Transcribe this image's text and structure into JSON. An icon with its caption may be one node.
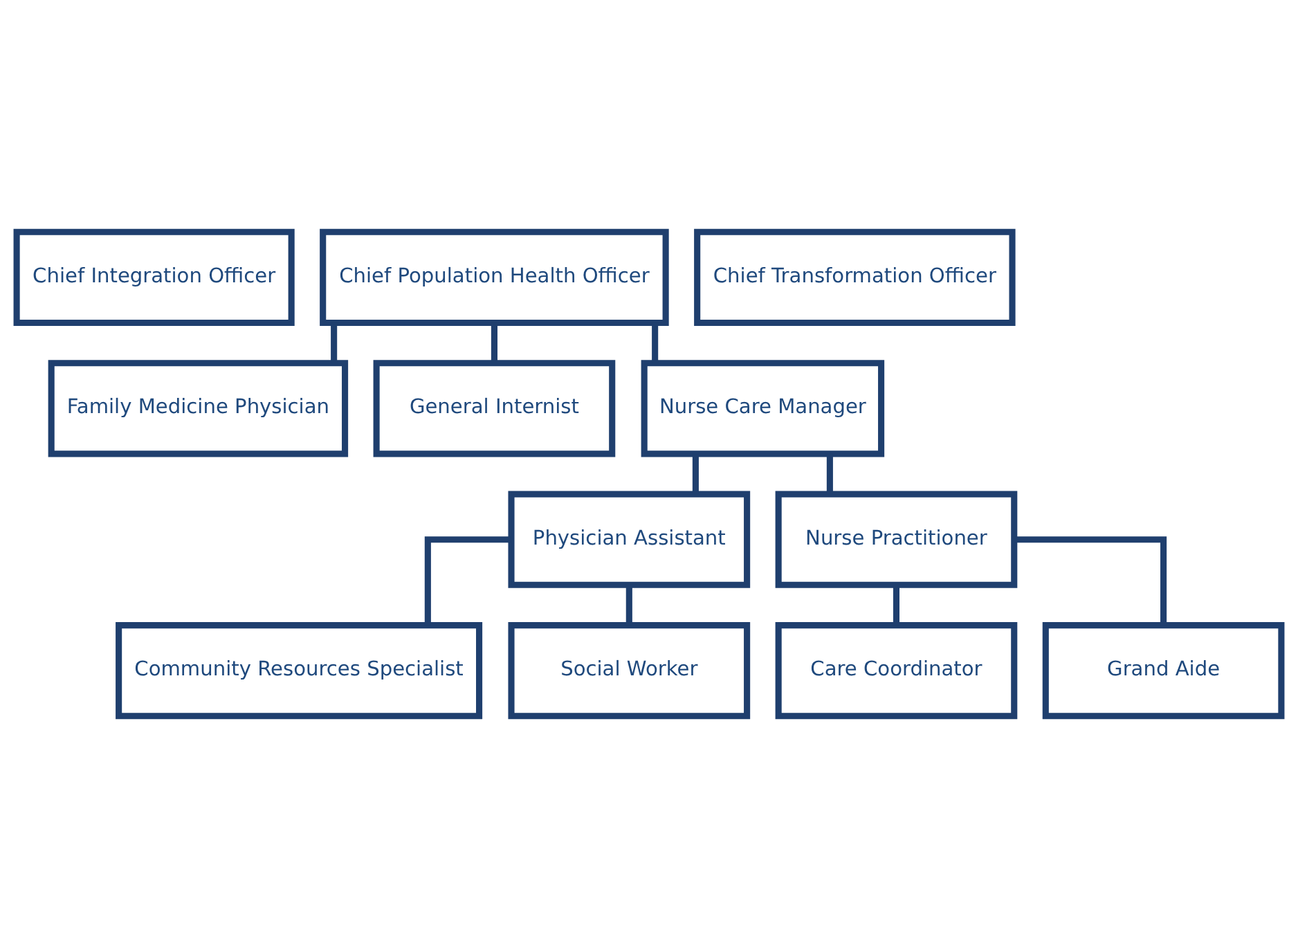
{
  "diagram": {
    "nodes": [
      {
        "text": [
          "Chief Integration Officer"
        ]
      },
      {
        "text": [
          "Chief Population Health Officer"
        ]
      },
      {
        "text": [
          "Chief Transformation Officer"
        ]
      },
      {
        "text": [
          "Family Medicine Physician"
        ]
      },
      {
        "text": [
          "General Internist"
        ]
      },
      {
        "text": [
          "Nurse Care Manager"
        ]
      },
      {
        "text": [
          "Physician Assistant"
        ]
      },
      {
        "text": [
          "Nurse Practitioner"
        ]
      },
      {
        "text": [
          "Community Resources Specialist"
        ]
      },
      {
        "text": [
          "Social Worker"
        ]
      },
      {
        "text": [
          "Care Coordinator"
        ]
      },
      {
        "text": [
          "Grand Aide"
        ]
      }
    ],
    "edges": [
      {
        "from": 1,
        "to": 3,
        "arrow": "none"
      },
      {
        "from": 1,
        "to": 4,
        "arrow": "none"
      },
      {
        "from": 1,
        "to": 5,
        "arrow": "none"
      },
      {
        "from": 5,
        "to": 6,
        "arrow": "none"
      },
      {
        "from": 5,
        "to": 7,
        "arrow": "none"
      },
      {
        "from": 6,
        "to": 8,
        "arrow": "none"
      },
      {
        "from": 6,
        "to": 9,
        "arrow": "none"
      },
      {
        "from": 7,
        "to": 10,
        "arrow": "none"
      },
      {
        "from": 7,
        "to": 11,
        "arrow": "none"
      }
    ]
  }
}
